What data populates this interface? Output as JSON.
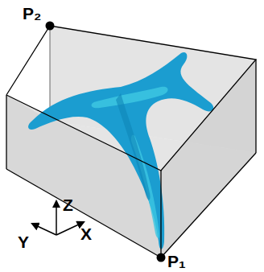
{
  "diagram": {
    "labels": [
      "P₂",
      "P₁",
      "Z",
      "Y",
      "X"
    ]
  }
}
